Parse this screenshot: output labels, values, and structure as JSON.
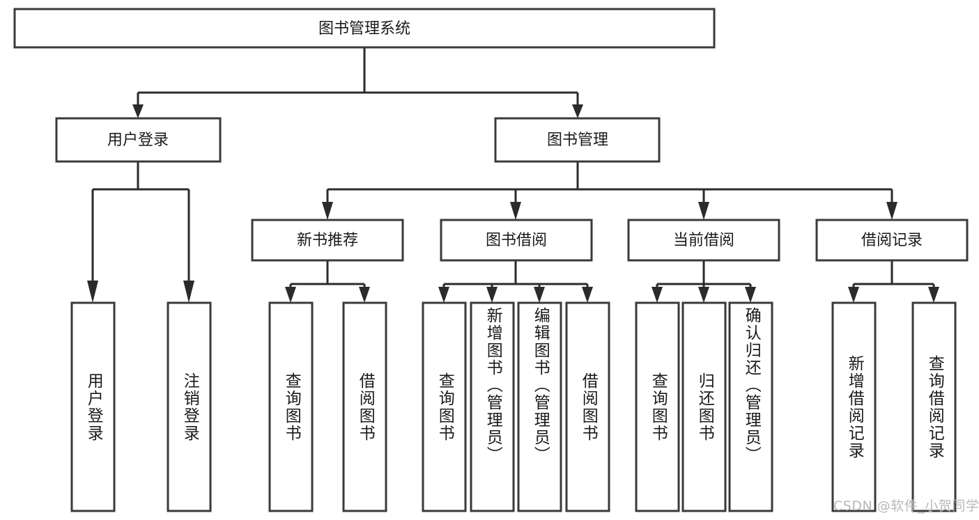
{
  "diagram": {
    "type": "tree-hierarchy-chart",
    "title": "图书管理系统",
    "watermark": "CSDN @软件_小贺同学",
    "colors": {
      "box_stroke": "#3a3a3a",
      "box_fill": "#ffffff",
      "connector": "#2b2b2b",
      "text": "#1a1a1a",
      "watermark": "#b8b8b8",
      "background": "#ffffff"
    },
    "levels": {
      "root": {
        "label": "图书管理系统"
      },
      "level2": [
        {
          "label": "用户登录"
        },
        {
          "label": "图书管理"
        }
      ],
      "level3": [
        {
          "label": "新书推荐"
        },
        {
          "label": "图书借阅"
        },
        {
          "label": "当前借阅"
        },
        {
          "label": "借阅记录"
        }
      ],
      "leaves": [
        {
          "label": "用户登录",
          "parent": "用户登录"
        },
        {
          "label": "注销登录",
          "parent": "用户登录"
        },
        {
          "label": "查询图书",
          "parent": "新书推荐"
        },
        {
          "label": "借阅图书",
          "parent": "新书推荐"
        },
        {
          "label": "查询图书",
          "parent": "图书借阅"
        },
        {
          "label": "新增图书（管理员）",
          "parent": "图书借阅"
        },
        {
          "label": "编辑图书（管理员）",
          "parent": "图书借阅"
        },
        {
          "label": "借阅图书",
          "parent": "图书借阅"
        },
        {
          "label": "查询图书",
          "parent": "当前借阅"
        },
        {
          "label": "归还图书",
          "parent": "当前借阅"
        },
        {
          "label": "确认归还（管理员）",
          "parent": "当前借阅"
        },
        {
          "label": "新增借阅记录",
          "parent": "借阅记录"
        },
        {
          "label": "查询借阅记录",
          "parent": "借阅记录"
        }
      ]
    }
  }
}
